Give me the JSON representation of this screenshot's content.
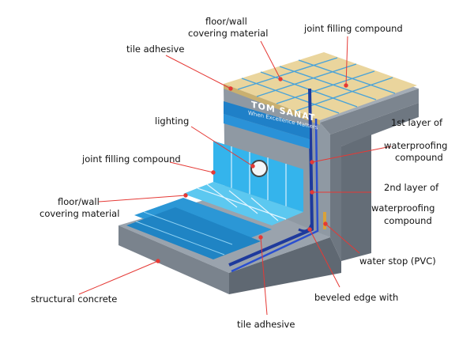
{
  "brand": {
    "name": "TOM SANAT",
    "tagline": "When Excellence Matters"
  },
  "labels": {
    "floor_wall_top_line1": "floor/wall",
    "floor_wall_top_line2": "covering material",
    "joint_filling_top": "joint filling compound",
    "tile_adhesive_top": "tile adhesive",
    "lighting": "lighting",
    "first_layer_line1": "1st layer of",
    "first_layer_line2": "waterproofing",
    "first_layer_line3": "compound",
    "joint_filling_mid": "joint filling compound",
    "second_layer_line1": "2nd layer of",
    "second_layer_line2": "waterproofing",
    "second_layer_line3": "compound",
    "floor_wall_left_line1": "floor/wall",
    "floor_wall_left_line2": "covering material",
    "water_stop": "water stop (PVC)",
    "structural_concrete": "structural concrete",
    "beveled_edge": "beveled edge with",
    "tile_adhesive_bottom": "tile adhesive"
  },
  "colors": {
    "leader": "#e53935",
    "concrete_top": "#9aa3ad",
    "concrete_side": "#6f7882",
    "tile_top": "#e8d39a",
    "joint": "#4aa3d8",
    "membrane": "#1e3a9c",
    "tile_blue": "#2fa8e8"
  }
}
